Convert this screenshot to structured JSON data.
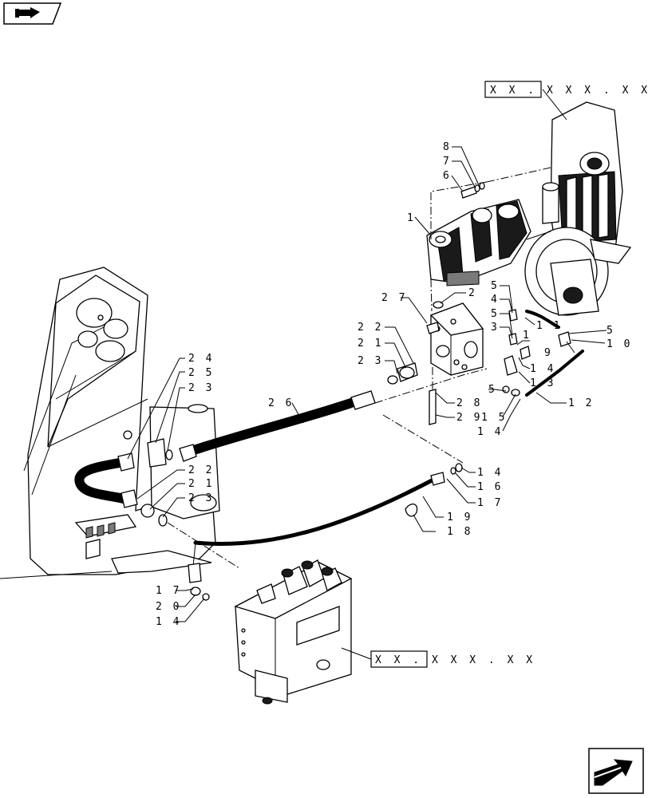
{
  "nav": {
    "back_icon": "hand-pointer-back-icon",
    "forward_icon": "next-arrow-icon"
  },
  "references": [
    {
      "id": "ref-top",
      "text": "X X . X X X . X X"
    },
    {
      "id": "ref-bottom",
      "text": "X X . X X X . X X"
    }
  ],
  "callouts": {
    "c8": "8",
    "c7": "7",
    "c6": "6",
    "c1a": "1",
    "c27": "2 7",
    "c2": "2",
    "c22a": "2 2",
    "c21a": "2 1",
    "c23a": "2 3",
    "c5a": "5",
    "c4": "4",
    "c5b": "5",
    "c3": "3",
    "c1b": "1",
    "c11": "1 1",
    "c5c": "5",
    "c9": "9",
    "c10": "1 0",
    "c14a": "1 4",
    "c13": "1 3",
    "c12": "1 2",
    "c28": "2 8",
    "c5d": "5",
    "c29": "2 9",
    "c15": "1 5",
    "c14b": "1 4",
    "c24": "2 4",
    "c25": "2 5",
    "c23b": "2 3",
    "c26": "2 6",
    "c22b": "2 2",
    "c21b": "2 1",
    "c23c": "2 3",
    "c14c": "1 4",
    "c16": "1 6",
    "c17a": "1 7",
    "c19": "1 9",
    "c18": "1 8",
    "c17b": "1 7",
    "c20": "2 0",
    "c14d": "1 4"
  }
}
